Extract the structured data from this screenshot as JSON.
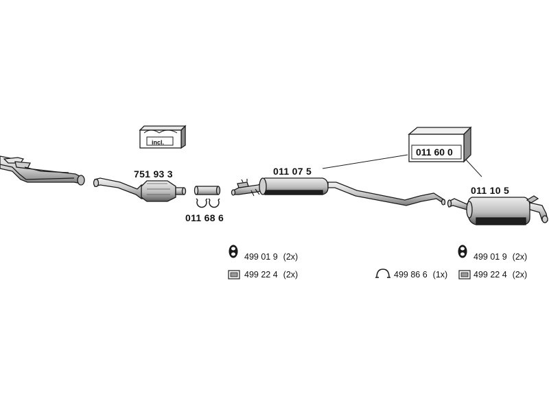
{
  "parts": {
    "catalytic_converter": "751 93 3",
    "gasket_set": "011 68 6",
    "middle_silencer": "011 07 5",
    "mounting_kit": "011 60 0",
    "rear_silencer": "011 10 5",
    "kit_incl_label": "incl."
  },
  "hardware": {
    "middle": [
      {
        "icon": "rubber-mount-icon",
        "code": "499 01 9",
        "qty": "(2x)"
      },
      {
        "icon": "clamp-icon",
        "code": "499 22 4",
        "qty": "(2x)"
      }
    ],
    "rear": [
      {
        "icon": "rubber-mount-icon",
        "code": "499 01 9",
        "qty": "(2x)"
      },
      {
        "icon": "hanger-icon",
        "code": "499 86 6",
        "qty": "(1x)"
      },
      {
        "icon": "clamp-icon",
        "code": "499 22 4",
        "qty": "(2x)"
      }
    ]
  },
  "colors": {
    "line": "#1a1a1a",
    "fill": "#d9d9d9",
    "shade": "#9a9a9a",
    "dark": "#222222"
  }
}
